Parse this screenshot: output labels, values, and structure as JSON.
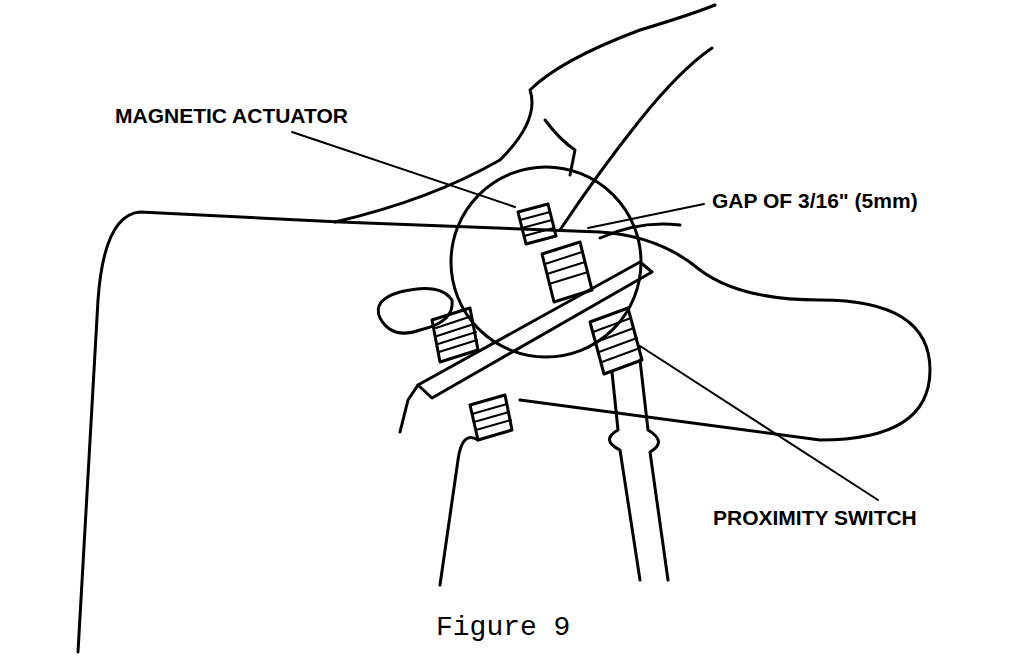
{
  "diagram": {
    "caption": "Figure 9",
    "labels": [
      "MAGNETIC ACTUATOR",
      "GAP OF 3/16\" (5mm)",
      "PROXIMITY SWITCH"
    ]
  }
}
